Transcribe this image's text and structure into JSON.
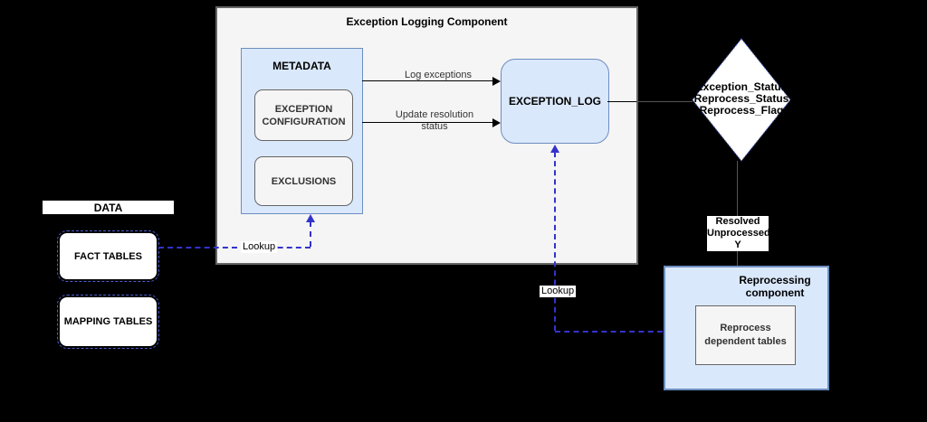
{
  "colors": {
    "background": "#000000",
    "panel_fill": "#f5f5f5",
    "panel_border": "#666666",
    "blue_fill": "#dae8fc",
    "blue_border": "#6c8ebf",
    "lookup_blue": "#3333cc"
  },
  "exception_logging": {
    "title": "Exception Logging Component",
    "metadata": {
      "title": "METADATA",
      "items": [
        {
          "label": "EXCEPTION CONFIGURATION"
        },
        {
          "label": "EXCLUSIONS"
        }
      ]
    },
    "exception_log_label": "EXCEPTION_LOG",
    "edges": {
      "log_exceptions": "Log exceptions",
      "update_resolution": "Update resolution status"
    }
  },
  "decision_diamond": {
    "lines": [
      "Exception_Status",
      "Reprocess_Status",
      "Reprocess_Flag"
    ]
  },
  "resolved_branch_label": "Resolved\nUnprocessed\nY",
  "reprocessing": {
    "title": "Reprocessing component",
    "task_label": "Reprocess dependent tables"
  },
  "data_panel": {
    "header": "DATA",
    "items": [
      {
        "label": "FACT TABLES"
      },
      {
        "label": "MAPPING TABLES"
      }
    ]
  },
  "lookup_edges": {
    "fact_lookup": "Lookup",
    "reprocess_lookup": "Lookup"
  }
}
